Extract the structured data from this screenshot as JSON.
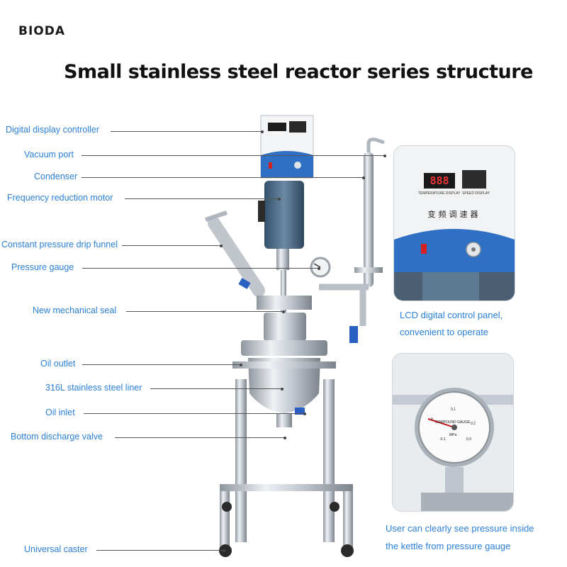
{
  "brand": {
    "logo_text": "BIODA"
  },
  "title": "Small stainless steel reactor series structure",
  "labels": [
    "Digital display controller",
    "Vacuum port",
    "Condenser",
    "Frequency reduction motor",
    "Constant pressure drip funnel",
    "Pressure gauge",
    "New mechanical seal",
    "Oil outlet",
    "316L stainless steel liner",
    "Oil inlet",
    "Bottom discharge valve",
    "Universal caster"
  ],
  "controller_panel": {
    "temperature_reading": "888",
    "temperature_caption": "TEMPERATURE DISPLAY",
    "speed_caption": "SPEED DISPLAY",
    "panel_chinese_label": "变频调速器"
  },
  "gauge": {
    "title_text": "COMPOUND GAUGE",
    "unit_text": "MPa",
    "scale_ticks": [
      "-0.1",
      "0",
      "0.1",
      "0.2",
      "0.3"
    ]
  },
  "captions": {
    "panel_line1": "LCD digital control panel,",
    "panel_line2": "convenient to operate",
    "gauge_line1": "User can clearly see pressure inside",
    "gauge_line2": "the kettle from pressure gauge"
  },
  "colors": {
    "label_blue": "#2a7fd6",
    "panel_blue": "#2f6fc4",
    "steel": "#c9ced4",
    "motor": "#4c6b86"
  }
}
